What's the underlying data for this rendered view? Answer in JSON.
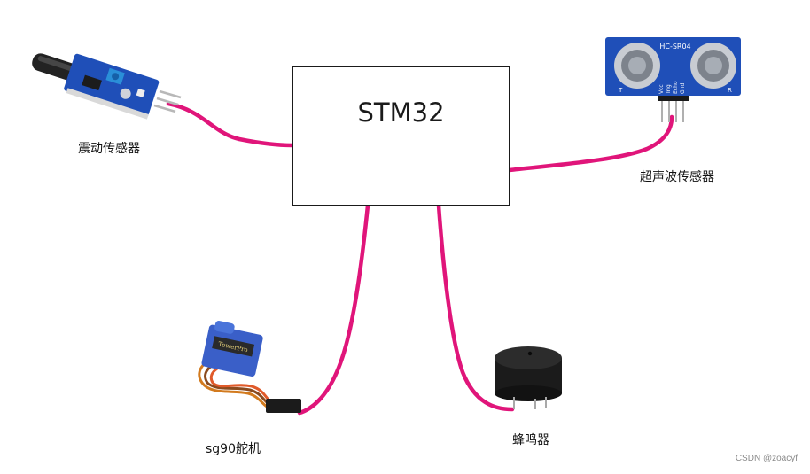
{
  "center": {
    "label": "STM32"
  },
  "components": {
    "vibration_sensor": {
      "label": "震动传感器"
    },
    "ultrasonic_sensor": {
      "label": "超声波传感器",
      "module_text": "HC-SR04",
      "pin_labels": [
        "Vcc",
        "Trig",
        "Echo",
        "Gnd"
      ],
      "side_labels": [
        "T",
        "R"
      ]
    },
    "servo": {
      "label": "sg90舵机",
      "brand_text": "TowerPro"
    },
    "buzzer": {
      "label": "蜂鸣器"
    }
  },
  "colors": {
    "wire": "#e0157a",
    "pcb_blue": "#1f4fb8",
    "servo_blue": "#3a5fc8",
    "buzzer_body": "#1b1b1b",
    "box_border": "#1a1a1a"
  },
  "watermark": "CSDN @zoacyf"
}
